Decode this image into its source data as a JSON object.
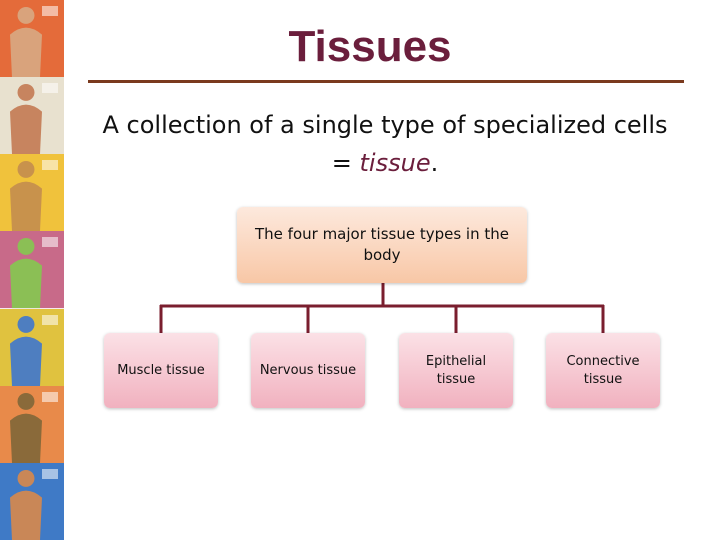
{
  "slide": {
    "title": "Tissues",
    "subtitle_before": "A collection of a single type of specialized cells = ",
    "subtitle_emphasis": "tissue",
    "subtitle_after": "."
  },
  "colors": {
    "title": "#6b1e3c",
    "rule": "#7a3a1e",
    "connector": "#7a1e2e",
    "root_fill": "#f8c7a6",
    "child_fill": "#f1b1bf"
  },
  "diagram": {
    "root": "The four major tissue types in the body",
    "children": [
      "Muscle tissue",
      "Nervous tissue",
      "Epithelial tissue",
      "Connective tissue"
    ]
  },
  "sidebar_tiles": [
    {
      "name": "digestive-system-tile",
      "bg": "#e46b3a",
      "fig": "#d9a37c"
    },
    {
      "name": "respiratory-system-tile",
      "bg": "#e8e1cf",
      "fig": "#c7845f"
    },
    {
      "name": "circulatory-system-tile",
      "bg": "#f0c23c",
      "fig": "#c8924c"
    },
    {
      "name": "skeletal-system-tile",
      "bg": "#c86a89",
      "fig": "#8bbf55"
    },
    {
      "name": "muscular-system-tile",
      "bg": "#e0c23f",
      "fig": "#4e7ec0"
    },
    {
      "name": "nervous-system-tile",
      "bg": "#e88a4a",
      "fig": "#8a6a3a"
    },
    {
      "name": "endocrine-system-tile",
      "bg": "#3f7ac6",
      "fig": "#c98757"
    }
  ]
}
